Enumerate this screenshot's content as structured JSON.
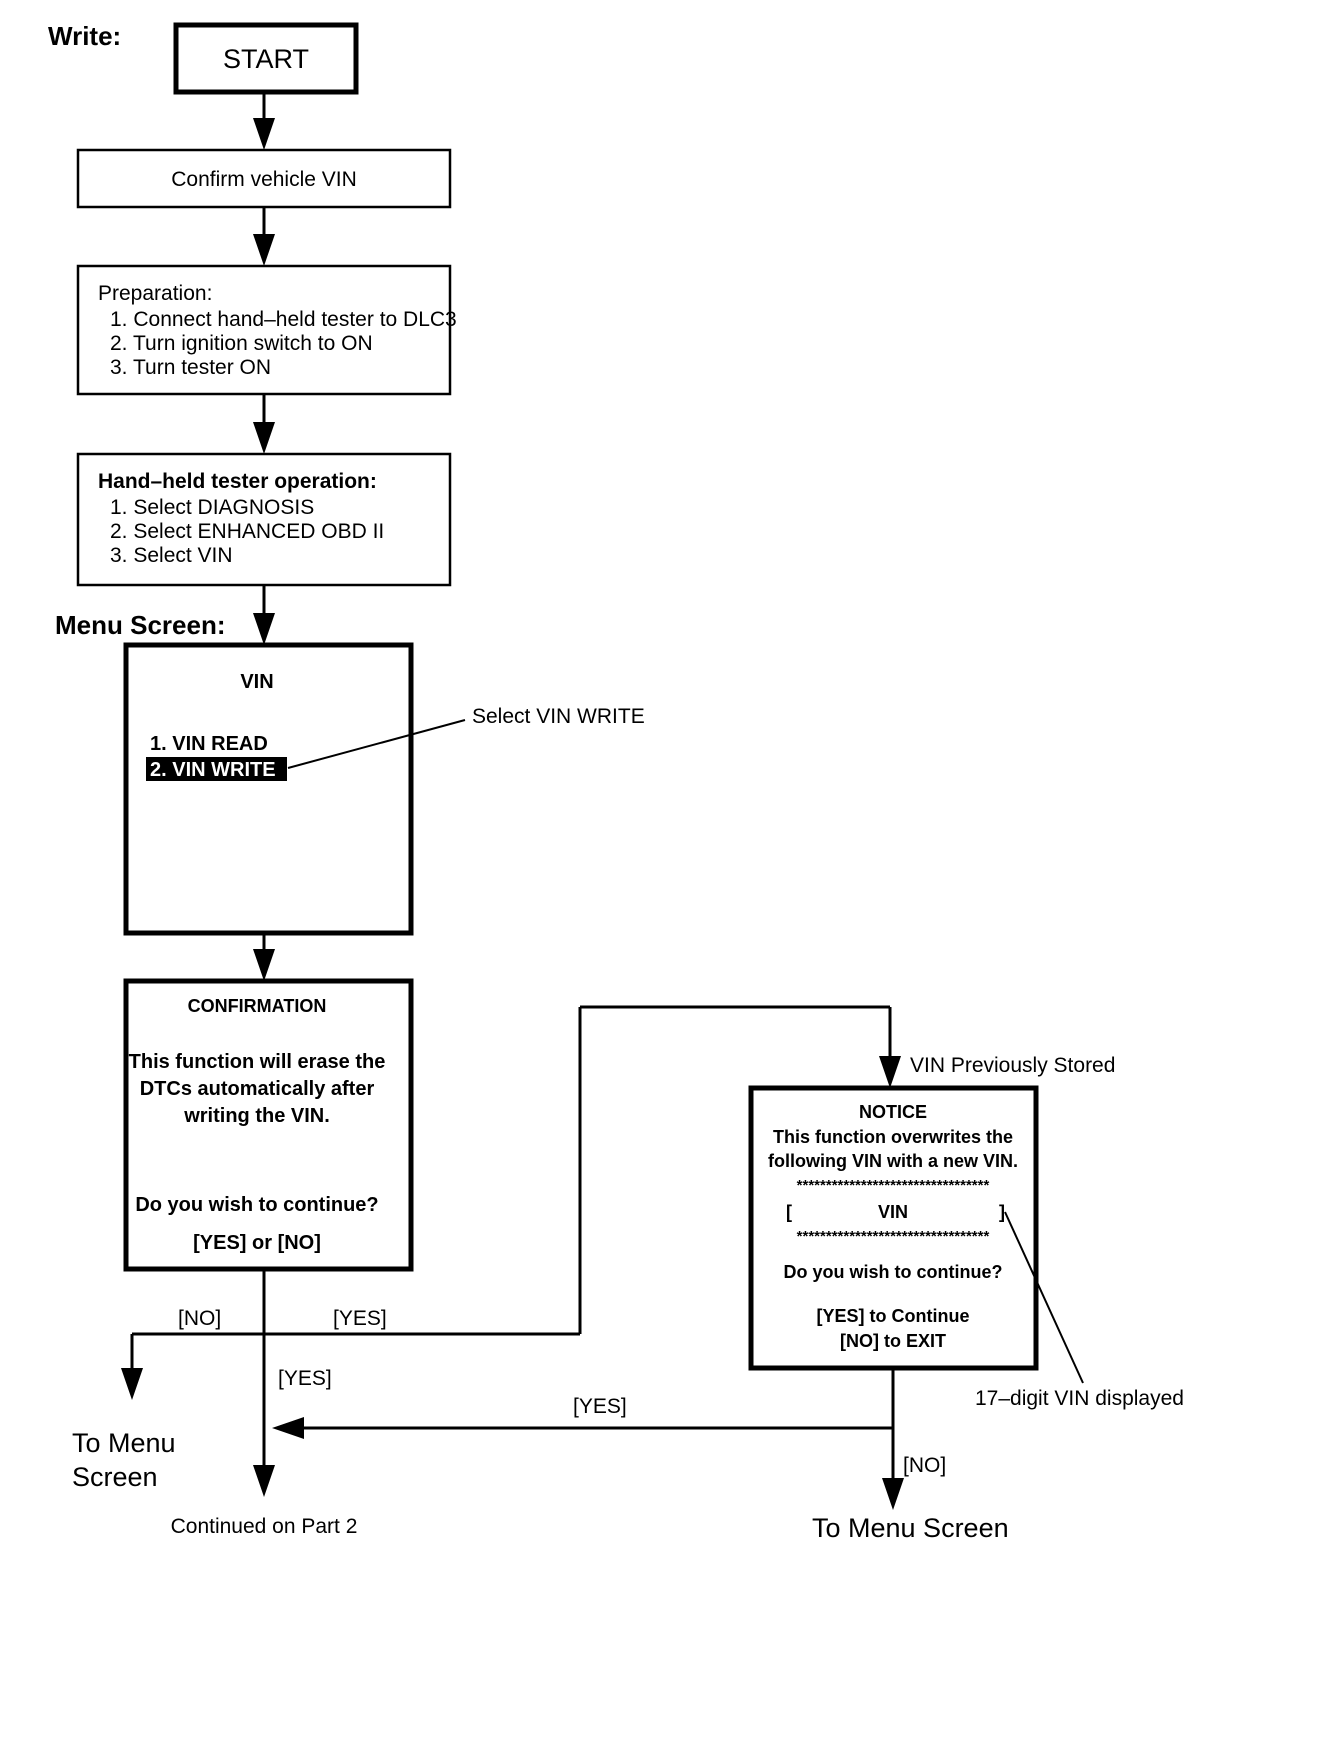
{
  "page": {
    "section_label": "Write:",
    "menu_screen_label": "Menu Screen:"
  },
  "nodes": {
    "start": {
      "label": "START"
    },
    "confirm_vin": {
      "label": "Confirm vehicle VIN"
    },
    "preparation": {
      "title": "Preparation:",
      "steps": [
        "1. Connect hand–held tester to DLC3",
        "2. Turn ignition switch to ON",
        "3. Turn tester ON"
      ]
    },
    "tester_operation": {
      "title": "Hand–held tester operation:",
      "steps": [
        "1. Select DIAGNOSIS",
        "2. Select ENHANCED OBD II",
        "3. Select VIN"
      ]
    },
    "vin_menu": {
      "title": "VIN",
      "items": [
        {
          "label": "1. VIN READ",
          "selected": false
        },
        {
          "label": "2. VIN WRITE",
          "selected": true
        }
      ]
    },
    "confirmation": {
      "title": "CONFIRMATION",
      "lines": [
        "This function will erase the",
        "DTCs automatically after",
        "writing the VIN."
      ],
      "question": "Do you wish to continue?",
      "options": "[YES] or [NO]"
    },
    "notice": {
      "title": "NOTICE",
      "lines": [
        "This function overwrites the",
        "following VIN with a new VIN."
      ],
      "separator": "*********************************",
      "vin_row_left": "[",
      "vin_row_center": "VIN",
      "vin_row_right": "]",
      "question": "Do you wish to continue?",
      "options": [
        "[YES] to Continue",
        "[NO] to EXIT"
      ]
    }
  },
  "callouts": {
    "select_vin_write": "Select VIN WRITE",
    "vin_previously_stored": "VIN Previously Stored",
    "vin_digits": "17–digit VIN displayed"
  },
  "edges": {
    "no_left": "[NO]",
    "yes_right": "[YES]",
    "yes_down": "[YES]",
    "yes_return": "[YES]",
    "no_notice": "[NO]"
  },
  "terminals": {
    "to_menu_screen_left_line1": "To Menu",
    "to_menu_screen_left_line2": "Screen",
    "continued": "Continued on Part 2",
    "to_menu_screen_right": "To Menu Screen"
  },
  "colors": {
    "ink": "#000000",
    "paper": "#ffffff",
    "highlight_bg": "#000000",
    "highlight_fg": "#ffffff"
  }
}
